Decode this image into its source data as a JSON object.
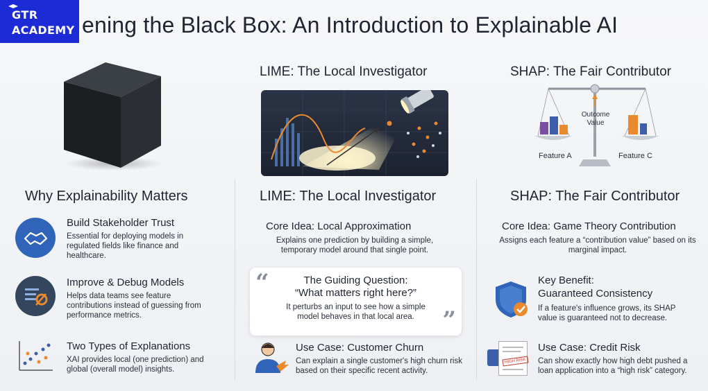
{
  "logo": {
    "line1": "GTR",
    "line2": "ACADEMY"
  },
  "title": "ening the Black Box: An Introduction to Explainable AI",
  "top_images": {
    "lime_title": "LIME: The Local Investigator",
    "shap_title": "SHAP: The Fair Contributor",
    "shap_labels": {
      "outcome": "Outcome\nValue",
      "outcome_line1": "Outcome",
      "outcome_line2": "Value",
      "feature_a": "Feature A",
      "feature_c": "Feature C"
    }
  },
  "left": {
    "heading": "Why Explainability Matters",
    "items": [
      {
        "title": "Build Stakeholder Trust",
        "text": "Essential for deploying models in regulated fields like finance and healthcare."
      },
      {
        "title": "Improve & Debug Models",
        "text": "Helps data teams see feature contributions instead of guessing from performance metrics."
      },
      {
        "title": "Two Types of Explanations",
        "text": "XAI provides local (one prediction) and global (overall model) insights."
      }
    ]
  },
  "middle": {
    "heading": "LIME: The Local Investigator",
    "core_title": "Core Idea: Local Approximation",
    "core_text": "Explains one prediction by building a simple, temporary model around that single point.",
    "quote_title_1": "The Guiding Question:",
    "quote_title_2": "“What matters right here?”",
    "quote_text": "It perturbs an input to see how a simple model behaves in that local area.",
    "use_title": "Use Case: Customer Churn",
    "use_text": "Can explain a single customer's high churn risk based on their specific recent activity."
  },
  "right": {
    "heading": "SHAP: The Fair Contributor",
    "core_title": "Core Idea: Game Theory Contribution",
    "core_text": "Assigns each feature a “contribution value” based on its marginal impact.",
    "benefit_title_1": "Key Benefit:",
    "benefit_title_2": "Guaranteed Consistency",
    "benefit_text": "If a feature's influence grows, its SHAP value is guaranteed not to decrease.",
    "use_title": "Use Case: Credit Risk",
    "use_text": "Can show exactly how high debt pushed a loan application into a “high risk” category.",
    "doc_stamp": "HIGH RISK"
  },
  "colors": {
    "logo_bg": "#1d2bd6",
    "icon_blue": "#2f64b8",
    "accent_orange": "#e98a2e"
  }
}
